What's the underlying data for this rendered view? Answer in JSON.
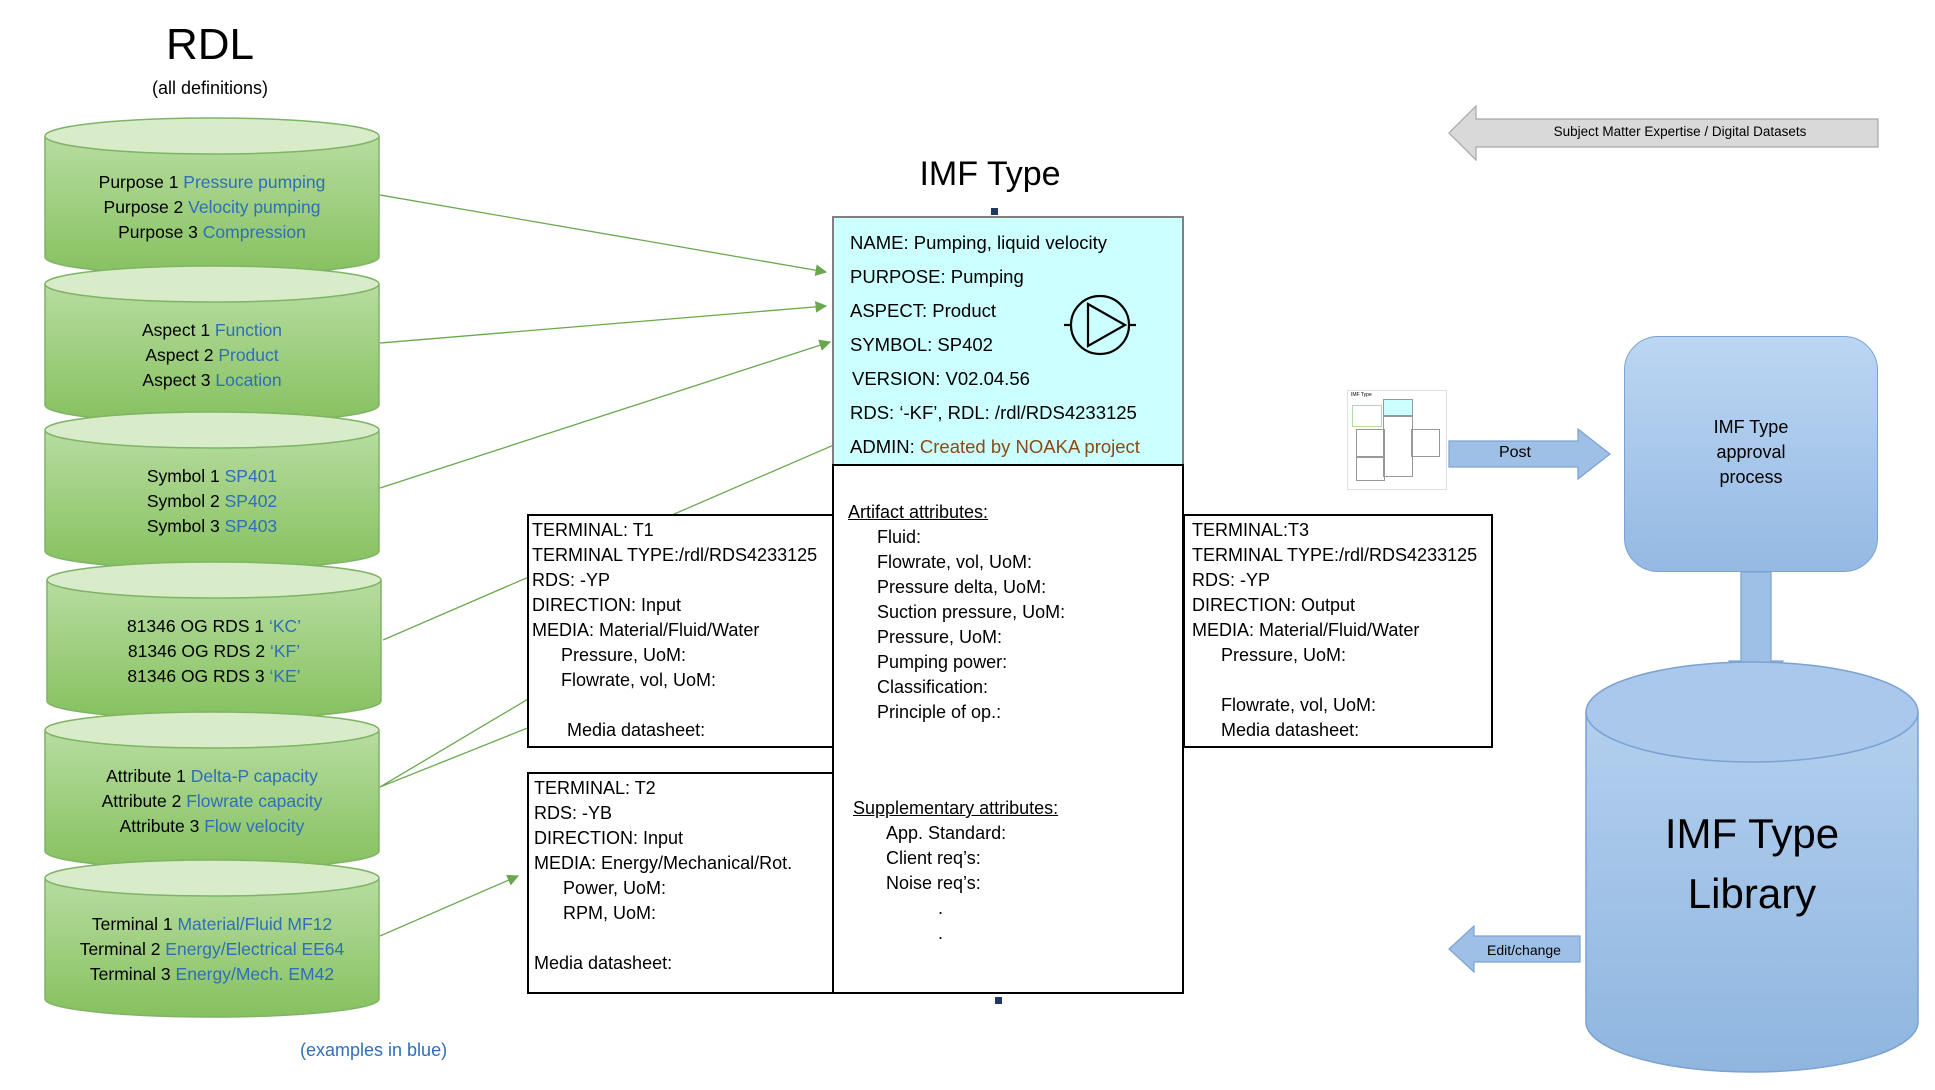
{
  "rdl": {
    "title": "RDL",
    "subtitle": "(all definitions)",
    "footnote": "(examples in blue)",
    "cylinders": [
      {
        "items": [
          {
            "label": "Purpose 1 ",
            "value": "Pressure pumping"
          },
          {
            "label": "Purpose 2 ",
            "value": "Velocity pumping"
          },
          {
            "label": "Purpose 3 ",
            "value": "Compression"
          }
        ]
      },
      {
        "items": [
          {
            "label": "Aspect 1 ",
            "value": "Function"
          },
          {
            "label": "Aspect 2 ",
            "value": "Product"
          },
          {
            "label": "Aspect 3 ",
            "value": "Location"
          }
        ]
      },
      {
        "items": [
          {
            "label": "Symbol 1 ",
            "value": "SP401"
          },
          {
            "label": "Symbol 2 ",
            "value": "SP402"
          },
          {
            "label": "Symbol 3 ",
            "value": "SP403"
          }
        ]
      },
      {
        "items": [
          {
            "label": "81346 OG RDS 1 ",
            "value": "‘KC’"
          },
          {
            "label": "81346 OG RDS 2 ",
            "value": "‘KF’"
          },
          {
            "label": "81346 OG RDS 3 ",
            "value": "‘KE’"
          }
        ]
      },
      {
        "items": [
          {
            "label": "Attribute 1 ",
            "value": "Delta-P capacity"
          },
          {
            "label": "Attribute 2 ",
            "value": "Flowrate capacity"
          },
          {
            "label": "Attribute 3 ",
            "value": "Flow velocity"
          }
        ]
      },
      {
        "items": [
          {
            "label": "Terminal 1 ",
            "value": "Material/Fluid MF12"
          },
          {
            "label": "Terminal 2 ",
            "value": "Energy/Electrical EE64"
          },
          {
            "label": "Terminal 3 ",
            "value": "Energy/Mech. EM42"
          }
        ]
      }
    ]
  },
  "imf_type": {
    "title": "IMF Type",
    "name": "NAME: Pumping, liquid velocity",
    "purpose": "PURPOSE: Pumping",
    "aspect": "ASPECT: Product",
    "symbol": "SYMBOL: SP402",
    "version": "VERSION: V02.04.56",
    "rds": "RDS: ‘-KF’, RDL: /rdl/RDS4233125",
    "admin_label": "ADMIN: ",
    "admin_value": "Created by NOAKA project",
    "artifact_heading": "Artifact attributes:",
    "artifact_items": [
      "Fluid:",
      "Flowrate, vol, UoM:",
      "Pressure delta, UoM:",
      "Suction pressure, UoM:",
      "Pressure, UoM:",
      "Pumping power:",
      "Classification:",
      "Principle of op.:"
    ],
    "supplementary_heading": "Supplementary attributes:",
    "supplementary_items": [
      "App. Standard:",
      "Client req’s:",
      "Noise req’s:",
      ".",
      "."
    ]
  },
  "terminal_t1": {
    "lines": [
      "TERMINAL: T1",
      "TERMINAL TYPE:/rdl/RDS4233125",
      "RDS: -YP",
      "DIRECTION: Input",
      "MEDIA: Material/Fluid/Water"
    ],
    "indented": [
      "Pressure, UoM:",
      "Flowrate, vol, UoM:"
    ],
    "datasheet": "Media datasheet:"
  },
  "terminal_t2": {
    "lines": [
      "TERMINAL: T2",
      "RDS: -YB",
      "DIRECTION: Input",
      "MEDIA: Energy/Mechanical/Rot."
    ],
    "indented": [
      "Power, UoM:",
      "RPM, UoM:"
    ],
    "datasheet": "Media datasheet:"
  },
  "terminal_t3": {
    "lines": [
      "TERMINAL:T3",
      "TERMINAL TYPE:/rdl/RDS4233125",
      "RDS: -YP",
      "DIRECTION: Output",
      "MEDIA: Material/Fluid/Water"
    ],
    "indented": [
      "Pressure, UoM:",
      "Flowrate, vol, UoM:",
      "Media datasheet:"
    ]
  },
  "right": {
    "sme_arrow": "Subject Matter Expertise / Digital Datasets",
    "post_arrow": "Post",
    "edit_arrow": "Edit/change",
    "approval": [
      "IMF Type",
      "approval",
      "process"
    ],
    "library": [
      "IMF Type",
      "Library"
    ],
    "thumb_title": "IMF Type"
  },
  "colors": {
    "cyl_fill_top": "#d9ecc9",
    "cyl_fill": "#8cc76a",
    "cyl_stroke": "#7fb466",
    "example_blue": "#2e6fb8",
    "arrow_green": "#6aa84f",
    "imf_header_fill": "#ccffff",
    "lib_fill": "#9fc0e6",
    "lib_stroke": "#7aa2d2"
  }
}
